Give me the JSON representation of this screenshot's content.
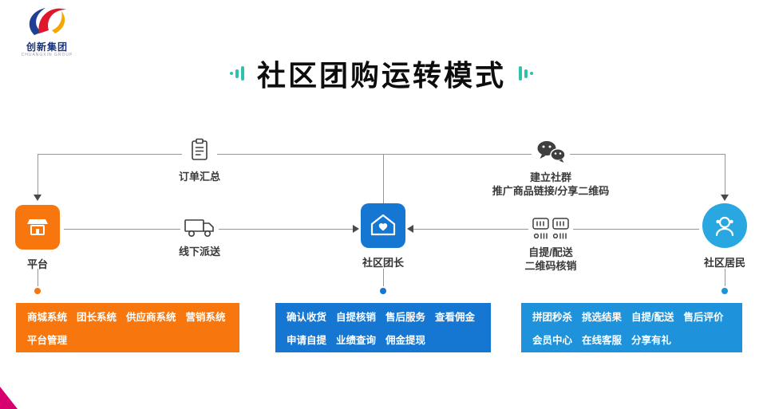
{
  "logo": {
    "name": "创新集团",
    "sub": "CHUANGXIN GROUP"
  },
  "title": {
    "text": "社区团购运转模式"
  },
  "nodes": {
    "platform": {
      "label": "平台"
    },
    "leader": {
      "label": "社区团长"
    },
    "resident": {
      "label": "社区居民"
    }
  },
  "edges": {
    "order_summary": {
      "label": "订单汇总"
    },
    "offline_delivery": {
      "label": "线下派送"
    },
    "wechat_group": {
      "line1": "建立社群",
      "line2": "推广商品链接/分享二维码"
    },
    "qr_verify": {
      "line1": "自提/配送",
      "line2": "二维码核销"
    }
  },
  "boxes": {
    "platform": {
      "rows": [
        [
          "商城系统",
          "团长系统",
          "供应商系统",
          "营销系统"
        ],
        [
          "平台管理"
        ]
      ]
    },
    "leader": {
      "rows": [
        [
          "确认收货",
          "自提核销",
          "售后服务",
          "查看佣金"
        ],
        [
          "申请自提",
          "业绩查询",
          "佣金提现"
        ]
      ]
    },
    "resident": {
      "rows": [
        [
          "拼团秒杀",
          "挑选结果",
          "自提/配送",
          "售后评价"
        ],
        [
          "会员中心",
          "在线客服",
          "分享有礼"
        ]
      ]
    }
  },
  "colors": {
    "orange": "#f7770e",
    "blue": "#1577d2",
    "cyan_node": "#29a7e1",
    "cyan_box": "#1e93db",
    "teal_accent": "#2fc1ad",
    "line_gray": "#969696",
    "ribbon_magenta": "#d6006f"
  }
}
